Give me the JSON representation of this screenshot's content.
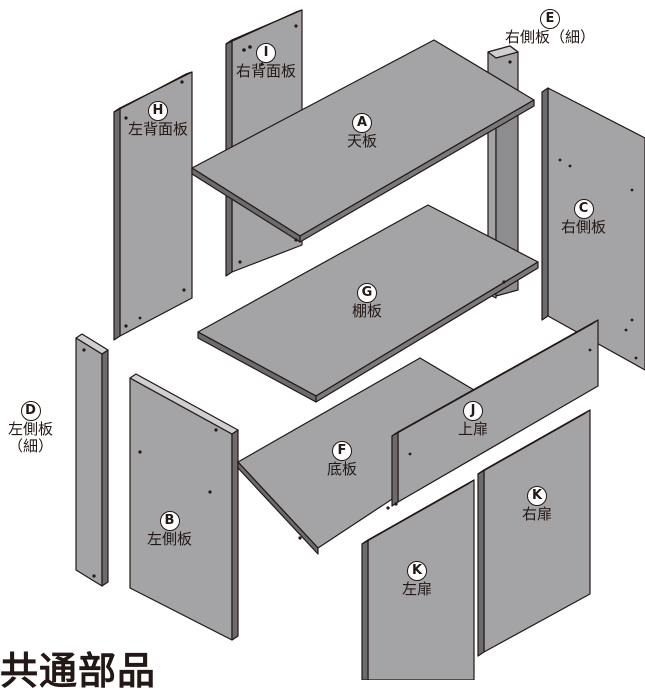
{
  "parts": {
    "A": {
      "letter": "A",
      "name": "天板"
    },
    "B": {
      "letter": "B",
      "name": "左側板"
    },
    "C": {
      "letter": "C",
      "name": "右側板"
    },
    "D": {
      "letter": "D",
      "name": "左側板",
      "note": "（細）"
    },
    "E": {
      "letter": "E",
      "name": "右側板（細）"
    },
    "F": {
      "letter": "F",
      "name": "底板"
    },
    "G": {
      "letter": "G",
      "name": "棚板"
    },
    "H": {
      "letter": "H",
      "name": "左背面板"
    },
    "I": {
      "letter": "I",
      "name": "右背面板"
    },
    "J": {
      "letter": "J",
      "name": "上扉"
    },
    "K1": {
      "letter": "K",
      "name": "右扉"
    },
    "K2": {
      "letter": "K",
      "name": "左扉"
    }
  },
  "footer_title": "共通部品",
  "colors": {
    "panel_fill": "#a4a4a6",
    "panel_edge": "#555557",
    "outline": "#231815"
  }
}
